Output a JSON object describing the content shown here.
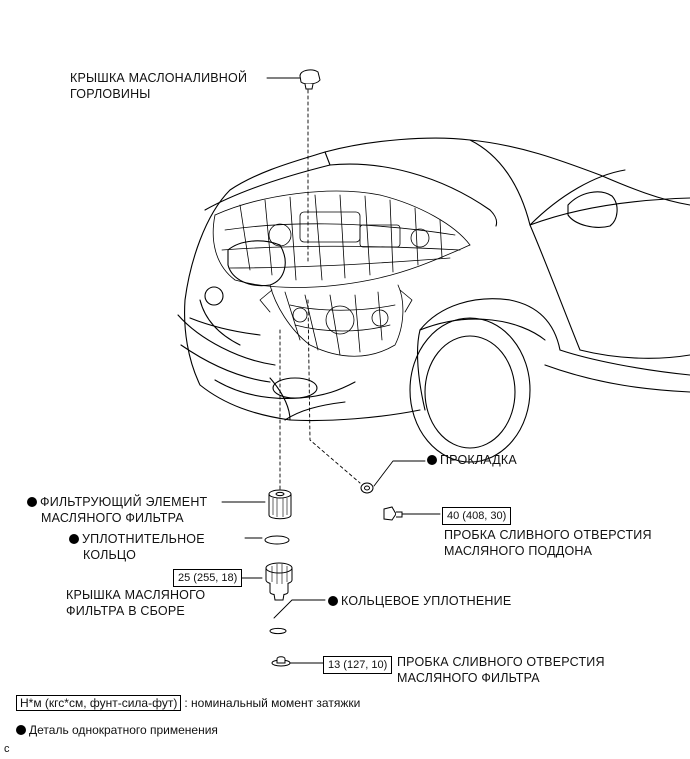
{
  "labels": {
    "oil_filler_cap": [
      "КРЫШКА МАСЛОНАЛИВНОЙ",
      "ГОРЛОВИНЫ"
    ],
    "gasket": "ПРОКЛАДКА",
    "filter_element": [
      "ФИЛЬТРУЮЩИЙ ЭЛЕМЕНТ",
      "МАСЛЯНОГО ФИЛЬТРА"
    ],
    "o_ring_seal": [
      "УПЛОТНИТЕЛЬНОЕ",
      "КОЛЬЦО"
    ],
    "oil_filter_cap_assy": [
      "КРЫШКА МАСЛЯНОГО",
      "ФИЛЬТРА В СБОРЕ"
    ],
    "ring_seal": "КОЛЬЦЕВОЕ УПЛОТНЕНИЕ",
    "oil_pan_drain_plug": [
      "ПРОБКА СЛИВНОГО ОТВЕРСТИЯ",
      "МАСЛЯНОГО ПОДДОНА"
    ],
    "oil_filter_drain_plug": [
      "ПРОБКА СЛИВНОГО ОТВЕРСТИЯ",
      "МАСЛЯНОГО ФИЛЬТРА"
    ]
  },
  "torque": {
    "oil_pan_drain_plug": "40 (408, 30)",
    "oil_filter_cap_assy": "25 (255, 18)",
    "oil_filter_drain_plug": "13 (127, 10)"
  },
  "legend": {
    "torque_box": "Н*м (кгс*см, фунт-сила-фут)",
    "torque_text": ": номинальный момент затяжки",
    "single_use": "Деталь однократного применения"
  },
  "corner_mark": "c"
}
